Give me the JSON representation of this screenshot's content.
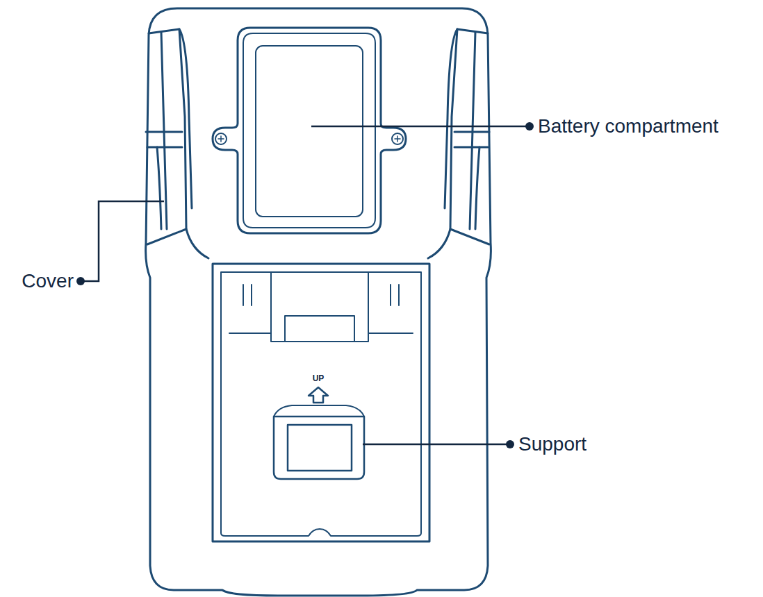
{
  "diagram": {
    "labels": [
      "Battery compartment",
      "Cover",
      "Support",
      "UP"
    ]
  }
}
